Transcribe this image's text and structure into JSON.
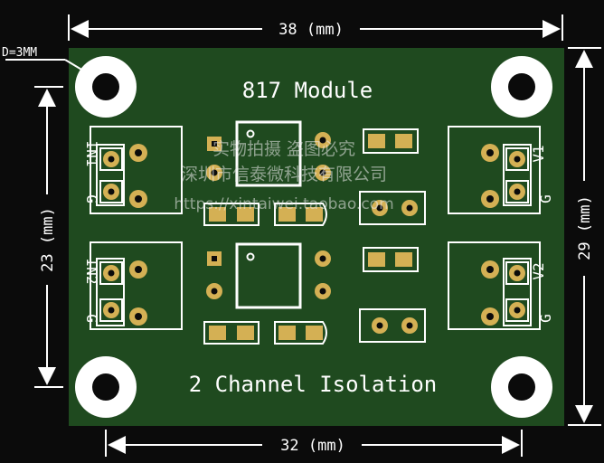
{
  "board": {
    "title": "817 Module",
    "subtitle": "2 Channel Isolation",
    "hole_note": "D=3MM",
    "colors": {
      "pcb": "#1f4a1f",
      "silkscreen": "#ffffff",
      "pads": "#d4b054",
      "background": "#0b0b0b"
    }
  },
  "dimensions": {
    "top": "38 (mm)",
    "bottom": "32 (mm)",
    "left": "23 (mm)",
    "right": "29 (mm)"
  },
  "labels": {
    "in1": "IN1",
    "in1_g": "G",
    "in2": "IN2",
    "in2_g": "G",
    "v1": "V1",
    "v1_g": "G",
    "v2": "V2",
    "v2_g": "G"
  },
  "watermark": {
    "line1": "实物拍摄 盗图必究",
    "line2": "深圳市信泰微科技有限公司",
    "line3": "https://xintaiwei.taobao.com"
  }
}
